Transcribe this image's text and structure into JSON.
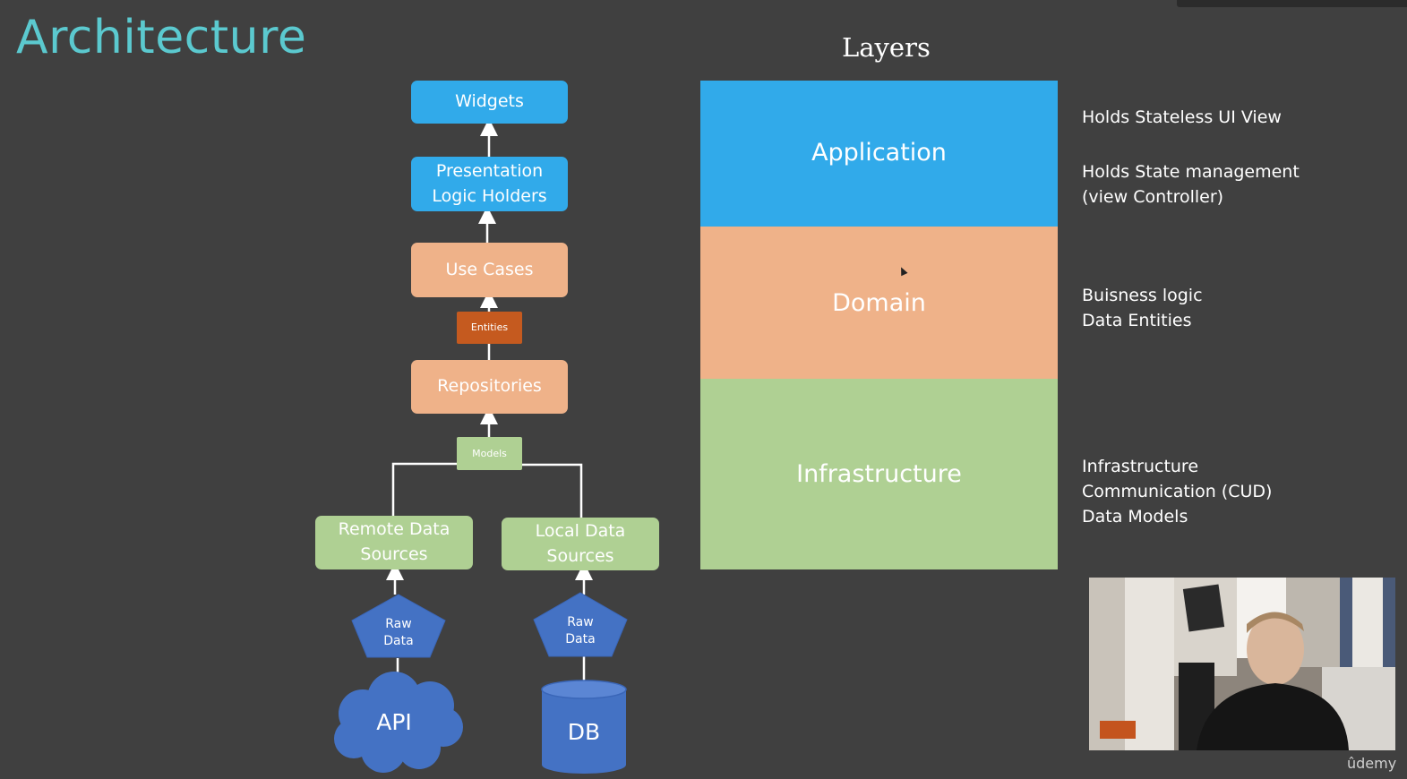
{
  "title": "Architecture",
  "diagram": {
    "widgets": "Widgets",
    "presentation_line1": "Presentation",
    "presentation_line2": "Logic Holders",
    "use_cases": "Use Cases",
    "entities": "Entities",
    "repositories": "Repositories",
    "models": "Models",
    "remote_line1": "Remote Data",
    "remote_line2": "Sources",
    "local_line1": "Local Data",
    "local_line2": "Sources",
    "raw_data_left_line1": "Raw",
    "raw_data_left_line2": "Data",
    "raw_data_right_line1": "Raw",
    "raw_data_right_line2": "Data",
    "api": "API",
    "db": "DB"
  },
  "layers": {
    "heading": "Layers",
    "application": "Application",
    "domain": "Domain",
    "infrastructure": "Infrastructure"
  },
  "notes": {
    "app_1": "Holds Stateless UI View",
    "app_2a": "Holds State management",
    "app_2b": "(view Controller)",
    "domain_1": "Buisness logic",
    "domain_2": "Data Entities",
    "infra_1": "Infrastructure",
    "infra_2": "Communication (CUD)",
    "infra_3": "Data Models"
  },
  "brand": "ûdemy",
  "colors": {
    "title": "#5bc9cf",
    "application": "#31aaea",
    "domain": "#efb289",
    "infrastructure": "#afd093",
    "entities": "#c55a1f",
    "shapes": "#4472c4"
  }
}
